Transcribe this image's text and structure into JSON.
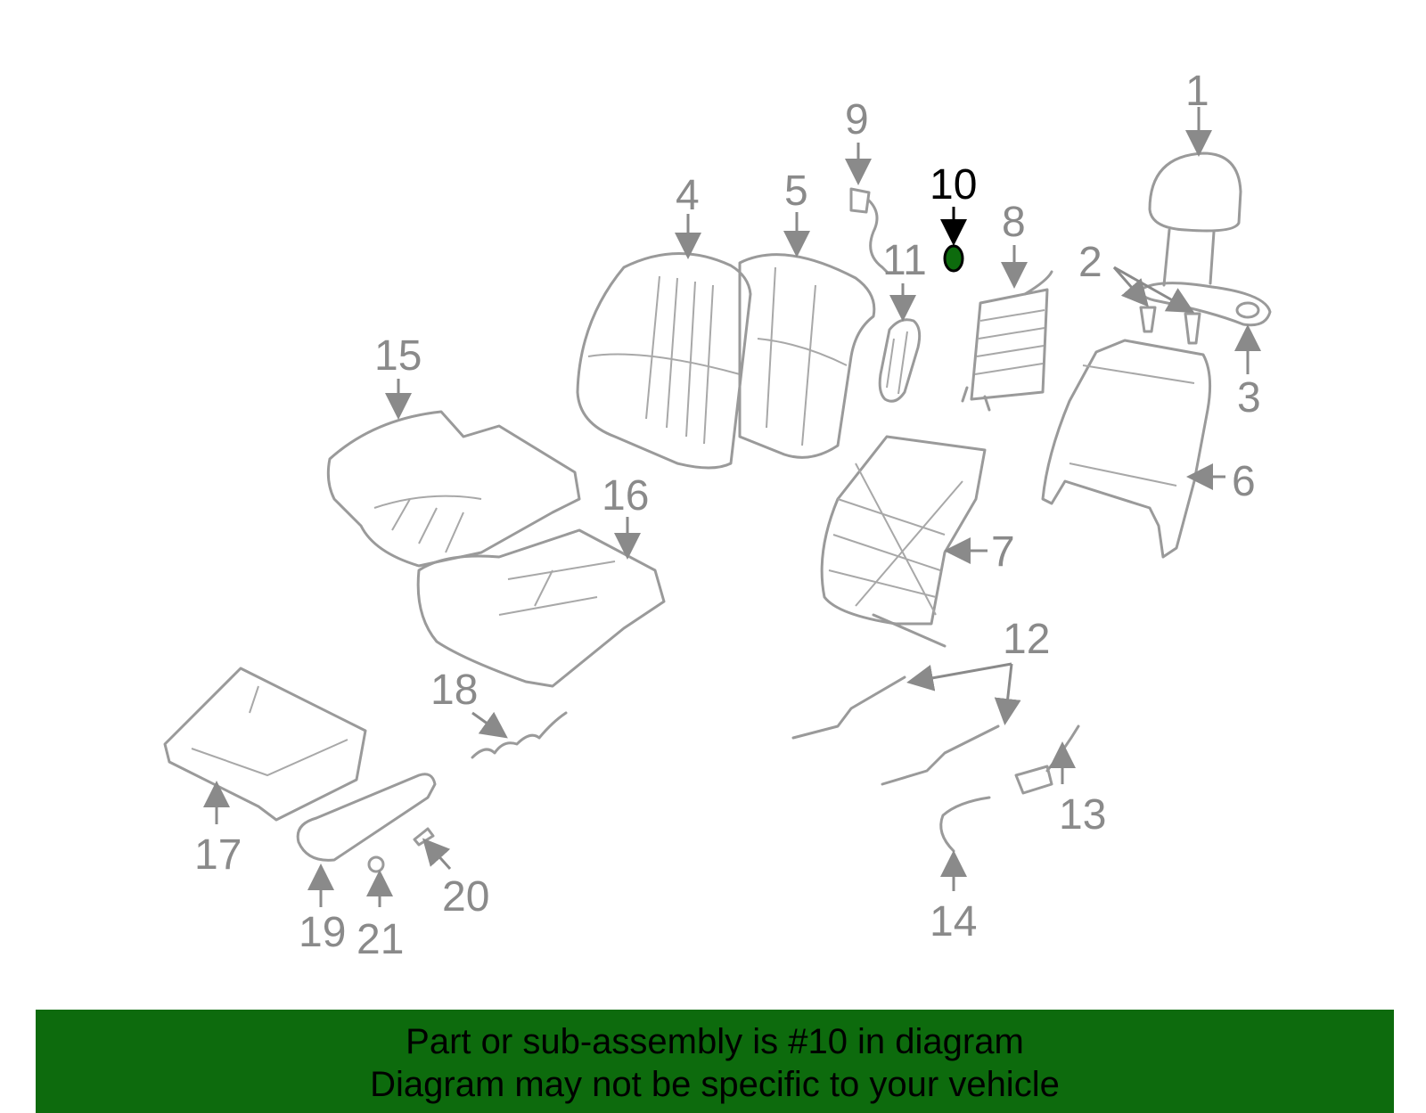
{
  "diagram": {
    "highlight_color": "#0d6b0d",
    "highlighted_callout": "10",
    "callouts": [
      "1",
      "2",
      "3",
      "4",
      "5",
      "6",
      "7",
      "8",
      "9",
      "10",
      "11",
      "12",
      "13",
      "14",
      "15",
      "16",
      "17",
      "18",
      "19",
      "20",
      "21"
    ]
  },
  "banner": {
    "line1": "Part or sub-assembly is #10 in diagram",
    "line2": "Diagram may not be specific to your vehicle",
    "background": "#0d6b0d"
  }
}
